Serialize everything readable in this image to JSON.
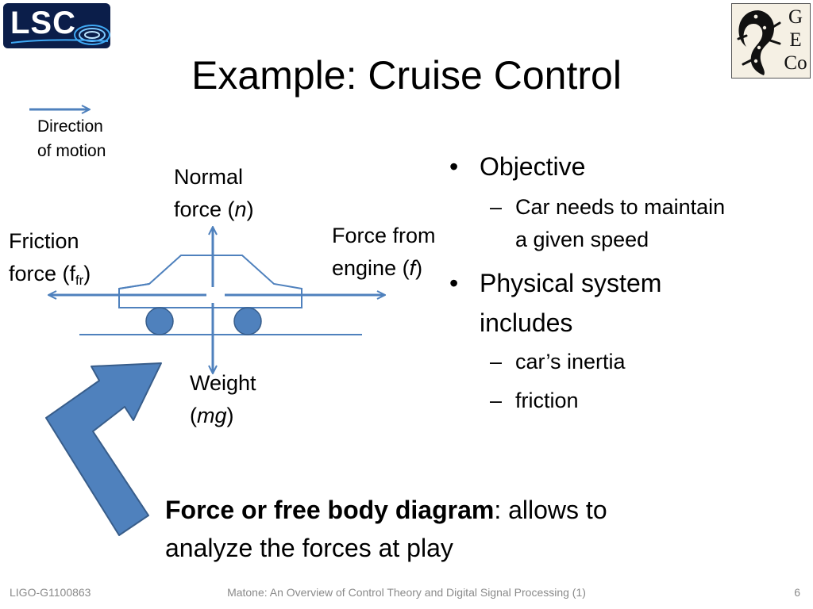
{
  "logos": {
    "left_text": "LSC",
    "right_letters": [
      "G",
      "E",
      "Co"
    ]
  },
  "slide": {
    "title": "Example: Cruise Control"
  },
  "diagram": {
    "direction_label_line1": "Direction",
    "direction_label_line2": "of motion",
    "normal_line1": "Normal",
    "normal_line2_prefix": "force (",
    "normal_symbol": "n",
    "normal_line2_suffix": ")",
    "friction_line1": "Friction",
    "friction_line2_prefix": "force (f",
    "friction_sub": "fr",
    "friction_line2_suffix": ")",
    "engine_line1": "Force from",
    "engine_line2_prefix": "engine (",
    "engine_symbol": "f",
    "engine_line2_suffix": ")",
    "weight_line1": "Weight",
    "weight_line2_prefix": "(",
    "weight_symbol": "mg",
    "weight_line2_suffix": ")"
  },
  "bullets": {
    "b1": "Objective",
    "b1_sub1_line1": "Car needs to maintain",
    "b1_sub1_line2": "a given speed",
    "b2_line1": "Physical system",
    "b2_line2": "includes",
    "b2_sub1": "car’s inertia",
    "b2_sub2": "friction",
    "bullet_char": "•",
    "dash_char": "–"
  },
  "caption": {
    "bold": "Force or free body diagram",
    "rest_line1": ": allows to",
    "line2": "analyze the forces at play"
  },
  "footer": {
    "left": "LIGO-G1100863",
    "center": "Matone: An Overview of Control Theory and Digital Signal Processing (1)",
    "right": "6"
  },
  "colors": {
    "diagram_blue": "#4f81bd",
    "arrow_fill": "#4f81bd",
    "arrow_stroke": "#385d8a",
    "footer_gray": "#8a8a8a"
  }
}
